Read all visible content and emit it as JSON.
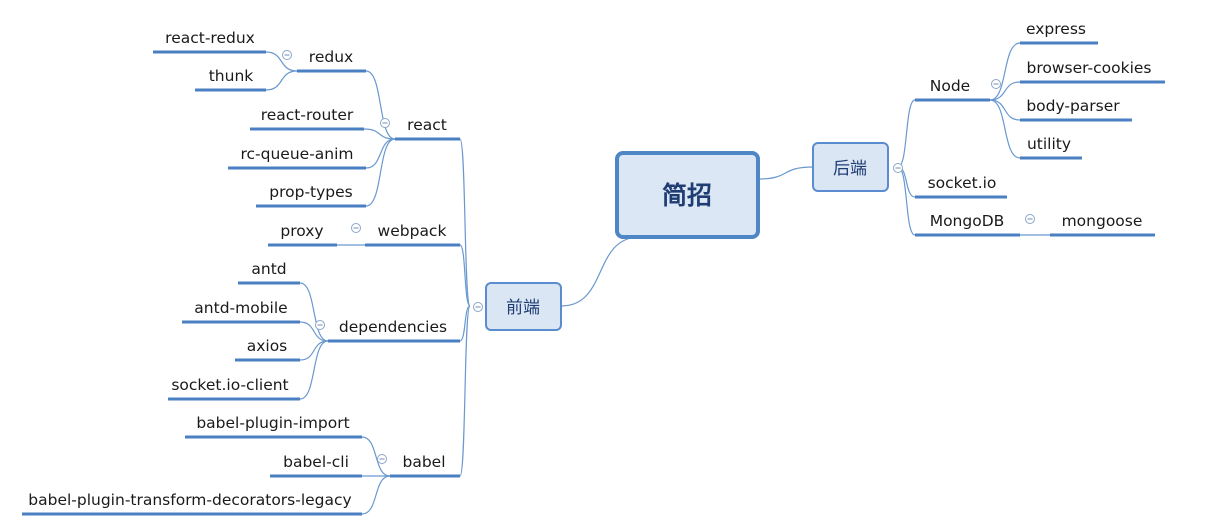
{
  "root": {
    "label": "简招"
  },
  "branches": [
    {
      "id": "frontend",
      "label": "前端",
      "children": [
        {
          "id": "react",
          "label": "react",
          "children": [
            {
              "id": "redux",
              "label": "redux",
              "children": [
                {
                  "id": "react-redux",
                  "label": "react-redux"
                },
                {
                  "id": "thunk",
                  "label": "thunk"
                }
              ]
            },
            {
              "id": "react-router",
              "label": "react-router"
            },
            {
              "id": "rc-queue-anim",
              "label": "rc-queue-anim"
            },
            {
              "id": "prop-types",
              "label": "prop-types"
            }
          ]
        },
        {
          "id": "webpack",
          "label": "webpack",
          "children": [
            {
              "id": "proxy",
              "label": "proxy"
            }
          ]
        },
        {
          "id": "dependencies",
          "label": "dependencies",
          "children": [
            {
              "id": "antd",
              "label": "antd"
            },
            {
              "id": "antd-mobile",
              "label": "antd-mobile"
            },
            {
              "id": "axios",
              "label": "axios"
            },
            {
              "id": "socketio-client",
              "label": "socket.io-client"
            }
          ]
        },
        {
          "id": "babel",
          "label": "babel",
          "children": [
            {
              "id": "babel-plugin-import",
              "label": "babel-plugin-import"
            },
            {
              "id": "babel-cli",
              "label": "babel-cli"
            },
            {
              "id": "babel-plugin-transform-decorators-legacy",
              "label": "babel-plugin-transform-decorators-legacy"
            }
          ]
        }
      ]
    },
    {
      "id": "backend",
      "label": "后端",
      "children": [
        {
          "id": "node",
          "label": "Node",
          "children": [
            {
              "id": "express",
              "label": "express"
            },
            {
              "id": "browser-cookies",
              "label": "browser-cookies"
            },
            {
              "id": "body-parser",
              "label": "body-parser"
            },
            {
              "id": "utility",
              "label": "utility"
            }
          ]
        },
        {
          "id": "socketio",
          "label": "socket.io"
        },
        {
          "id": "mongodb",
          "label": "MongoDB",
          "children": [
            {
              "id": "mongoose",
              "label": "mongoose"
            }
          ]
        }
      ]
    }
  ],
  "colors": {
    "box_fill": "#dbe6f4",
    "box_stroke": "#5b8ccf",
    "root_fill": "#dce7f5",
    "root_stroke": "#4f86c6",
    "edge": "#6a98cf",
    "underline": "#4a7fc2"
  },
  "icons": {
    "collapse": "minus-circle-icon"
  }
}
